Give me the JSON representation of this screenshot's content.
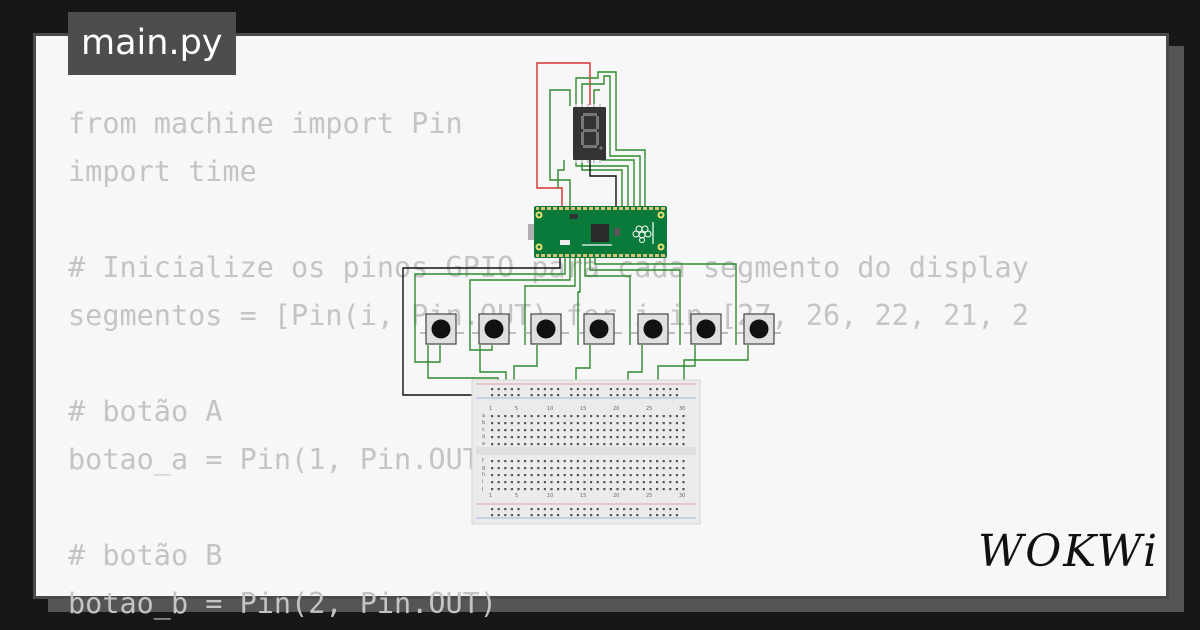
{
  "file_tab": {
    "label": "main.py"
  },
  "code_lines": [
    "from machine import Pin",
    "import time",
    "",
    "# Inicialize os pinos GPIO para cada segmento do display",
    "segmentos = [Pin(i, Pin.OUT) for i in [27, 26, 22, 21, 2",
    "",
    "# botão A",
    "botao_a = Pin(1, Pin.OUT)",
    "",
    "# botão B",
    "botao_b = Pin(2, Pin.OUT)"
  ],
  "logo": {
    "text": "WOKWi"
  },
  "colors": {
    "wire_green": "#2e8b2e",
    "wire_red": "#d63030",
    "wire_black": "#111111",
    "board_green": "#0a7a3a"
  },
  "diagram": {
    "pushbuttons": [
      "button-1",
      "button-2",
      "button-3",
      "button-4",
      "button-5",
      "button-6",
      "button-7"
    ],
    "breadboard_numbers": [
      "1",
      "5",
      "10",
      "15",
      "20",
      "25",
      "30"
    ],
    "breadboard_row_letters_top": [
      "a",
      "b",
      "c",
      "d",
      "e"
    ],
    "breadboard_row_letters_bottom": [
      "f",
      "g",
      "h",
      "i",
      "j"
    ]
  }
}
